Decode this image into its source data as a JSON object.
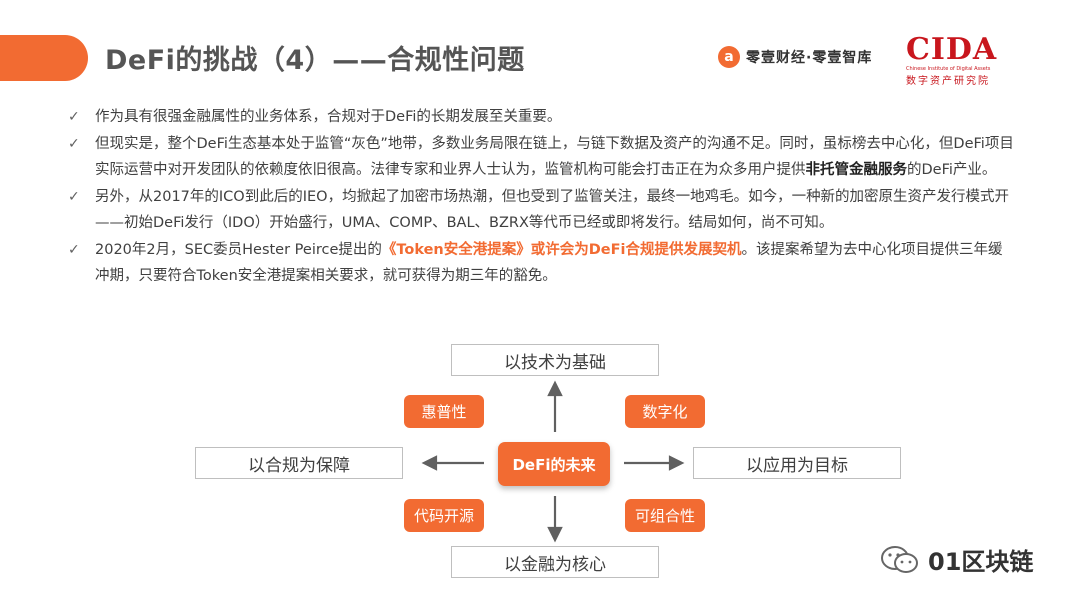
{
  "header": {
    "title": "DeFi的挑战（4）——合规性问题",
    "brand_icon": "a",
    "brand_text": "零壹财经·零壹智库",
    "cida_logo": "CIDA",
    "cida_en": "Chinese Institute of Digital Assets",
    "cida_cn": "数字资产研究院"
  },
  "bullets": [
    {
      "text": "作为具有很强金融属性的业务体系，合规对于DeFi的长期发展至关重要。"
    },
    {
      "text": "但现实是，整个DeFi生态基本处于监管“灰色”地带，多数业务局限在链上，与链下数据及资产的沟通不足。同时，虽标榜去中心化，但DeFi项目实际运营中对开发团队的依赖度依旧很高。法律专家和业界人士认为，监管机构可能会打击正在为众多用户提供",
      "bold": "非托管金融服务",
      "after": "的DeFi产业。"
    },
    {
      "text": "另外，从2017年的ICO到此后的IEO，均掀起了加密市场热潮，但也受到了监管关注，最终一地鸡毛。如今，一种新的加密原生资产发行模式开——初始DeFi发行（IDO）开始盛行，UMA、COMP、BAL、BZRX等代币已经或即将发行。结局如何，尚不可知。"
    },
    {
      "text": "2020年2月，SEC委员Hester Peirce提出的",
      "highlight": "《Token安全港提案》或许会为DeFi合规提供发展契机",
      "after": "。该提案希望为去中心化项目提供三年缓冲期，只要符合Token安全港提案相关要求，就可获得为期三年的豁免。"
    }
  ],
  "diagram": {
    "center": "DeFi的未来",
    "top": "以技术为基础",
    "bottom": "以金融为核心",
    "left": "以合规为保障",
    "right": "以应用为目标",
    "tags": {
      "top_left": "惠普性",
      "top_right": "数字化",
      "bottom_left": "代码开源",
      "bottom_right": "可组合性"
    }
  },
  "watermark": {
    "text": "01区块链"
  },
  "colors": {
    "accent": "#f26b32",
    "cida_red": "#c8161d"
  }
}
